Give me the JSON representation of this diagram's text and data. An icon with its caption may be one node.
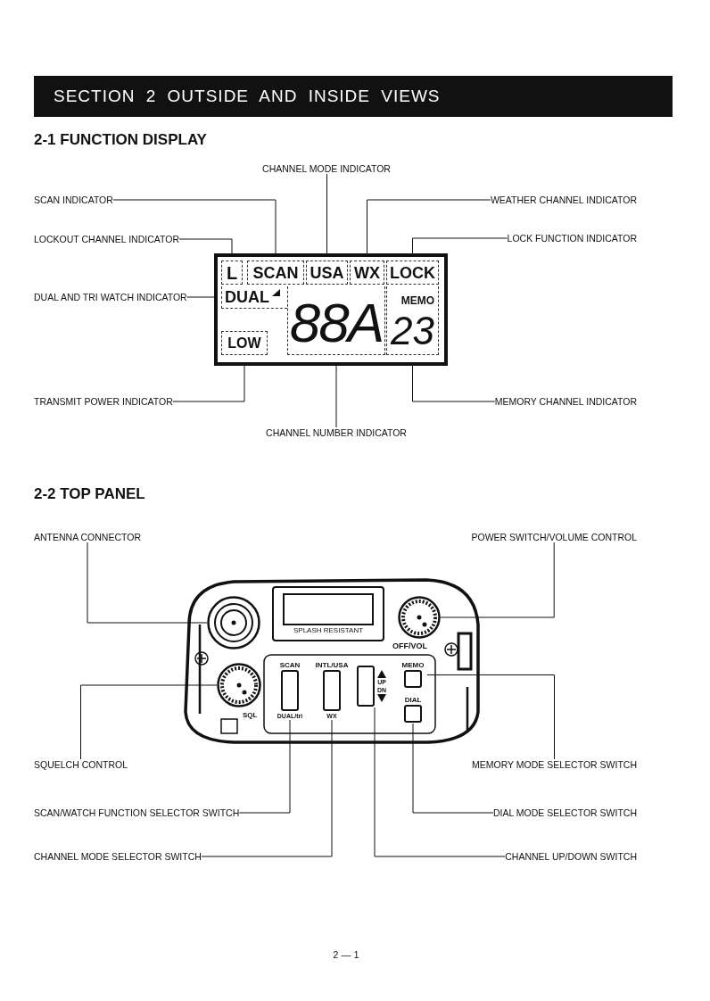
{
  "diagram": {
    "title": "SECTION 2 OUTSIDE AND INSIDE VIEWS",
    "nodes": [
      {
        "text": [
          "CHANNEL MODE INDICATOR"
        ]
      },
      {
        "text": [
          "SCAN INDICATOR"
        ]
      },
      {
        "text": [
          "WEATHER CHANNEL INDICATOR"
        ]
      },
      {
        "text": [
          "LOCKOUT CHANNEL INDICATOR"
        ]
      },
      {
        "text": [
          "LOCK FUNCTION INDICATOR"
        ]
      },
      {
        "text": [
          "DUAL AND TRI WATCH INDICATOR"
        ]
      },
      {
        "text": [],
        "shape": "box"
      },
      {
        "text": [
          "L"
        ],
        "in": 6
      },
      {
        "text": [
          "SCAN"
        ],
        "in": 6
      },
      {
        "text": [
          "USA"
        ],
        "in": 6
      },
      {
        "text": [
          "WX"
        ],
        "in": 6
      },
      {
        "text": [
          "LOCK"
        ],
        "in": 6
      },
      {
        "text": [
          "DUAL"
        ],
        "in": 6
      },
      {
        "text": [
          "88A"
        ],
        "in": 6
      },
      {
        "text": [
          "MEMO",
          "23"
        ],
        "in": 6
      },
      {
        "text": [
          "LOW"
        ],
        "in": 6
      },
      {
        "text": [
          "TRANSMIT POWER INDICATOR"
        ]
      },
      {
        "text": [
          "MEMORY CHANNEL INDICATOR"
        ]
      },
      {
        "text": [
          "CHANNEL NUMBER INDICATOR"
        ]
      },
      {
        "text": [
          "ANTENNA CONNECTOR"
        ]
      },
      {
        "text": [
          "POWER SWITCH/VOLUME CONTROL"
        ]
      },
      {
        "text": [],
        "shape": "circle"
      },
      {
        "text": [],
        "shape": "circle"
      },
      {
        "text": [],
        "shape": "circle"
      },
      {
        "text": [
          "SCAN",
          "DUAL/tri"
        ]
      },
      {
        "text": [
          "INTL/USA",
          "WX"
        ]
      },
      {
        "text": [
          "UP",
          "DN"
        ]
      },
      {
        "text": [
          "MEMO"
        ]
      },
      {
        "text": [
          "DIAL"
        ]
      },
      {
        "text": [
          "SQUELCH CONTROL"
        ]
      },
      {
        "text": [
          "MEMORY MODE SELECTOR SWITCH"
        ]
      },
      {
        "text": [
          "SCAN/WATCH FUNCTION SELECTOR SWITCH"
        ]
      },
      {
        "text": [
          "DIAL MODE SELECTOR SWITCH"
        ]
      },
      {
        "text": [
          "CHANNEL MODE SELECTOR SWITCH"
        ]
      },
      {
        "text": [
          "CHANNEL UP/DOWN SWITCH"
        ]
      }
    ],
    "edges": [
      {
        "from": 0,
        "to": 9,
        "arrow": "none"
      },
      {
        "from": 1,
        "to": 8,
        "arrow": "none"
      },
      {
        "from": 2,
        "to": 10,
        "arrow": "none"
      },
      {
        "from": 3,
        "to": 7,
        "arrow": "none"
      },
      {
        "from": 4,
        "to": 11,
        "arrow": "none"
      },
      {
        "from": 5,
        "to": 12,
        "arrow": "none"
      },
      {
        "from": 16,
        "to": 15,
        "arrow": "none"
      },
      {
        "from": 17,
        "to": 14,
        "arrow": "none"
      },
      {
        "from": 18,
        "to": 13,
        "arrow": "none"
      },
      {
        "from": 19,
        "to": 21,
        "arrow": "none"
      },
      {
        "from": 20,
        "to": 22,
        "arrow": "none"
      },
      {
        "from": 29,
        "to": 23,
        "arrow": "none"
      },
      {
        "from": 30,
        "to": 27,
        "arrow": "none"
      },
      {
        "from": 31,
        "to": 24,
        "arrow": "none"
      },
      {
        "from": 32,
        "to": 28,
        "arrow": "none"
      },
      {
        "from": 33,
        "to": 25,
        "arrow": "none"
      },
      {
        "from": 34,
        "to": 26,
        "arrow": "none"
      }
    ],
    "labels": [
      "2-1 FUNCTION DISPLAY",
      "2-2 TOP PANEL",
      "SPLASH RESISTANT",
      "OFF/VOL",
      "SQL",
      "2 — 1"
    ]
  }
}
